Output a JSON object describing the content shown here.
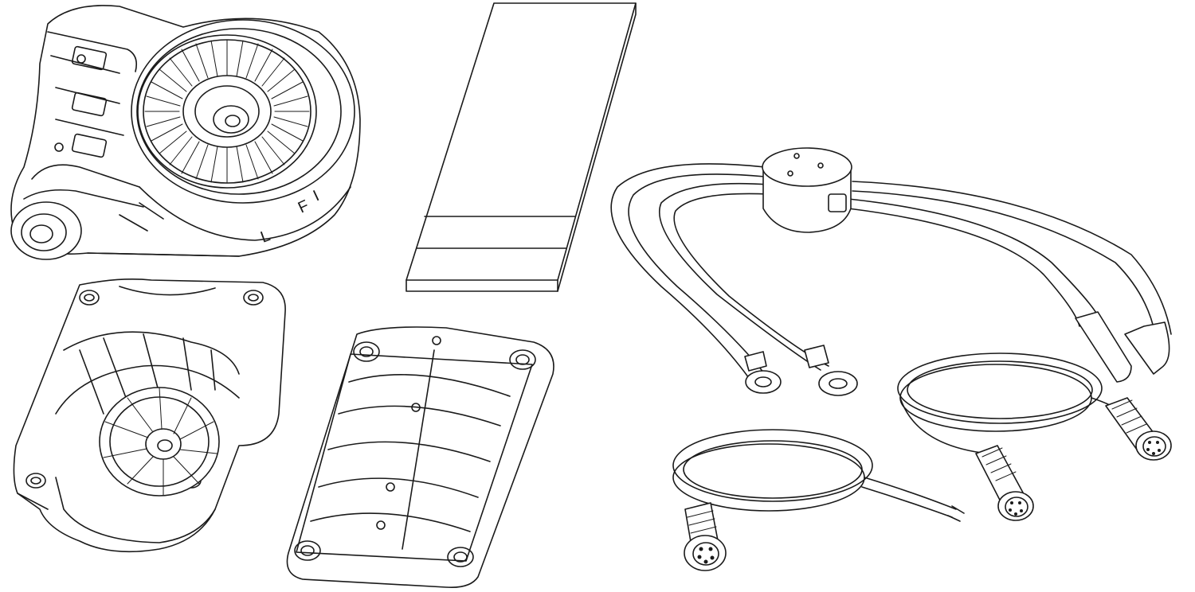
{
  "figure": {
    "parts": [
      {
        "id": "mounting-bracket",
        "icon": "mounting-bracket-icon"
      },
      {
        "id": "adhesive-strip",
        "icon": "adhesive-strip-icon"
      },
      {
        "id": "y-cable-power-splitter",
        "icon": "y-cable-icon"
      },
      {
        "id": "base-mount",
        "icon": "base-mount-icon"
      },
      {
        "id": "clamp-plate",
        "icon": "clamp-plate-icon"
      },
      {
        "id": "power-cable",
        "icon": "power-cable-icon"
      },
      {
        "id": "extension-cable",
        "icon": "extension-cable-icon"
      }
    ],
    "bracket_markings": [
      "F",
      "I",
      "L"
    ],
    "colors": {
      "background": "#ffffff",
      "line": "#1a1a1a"
    }
  }
}
